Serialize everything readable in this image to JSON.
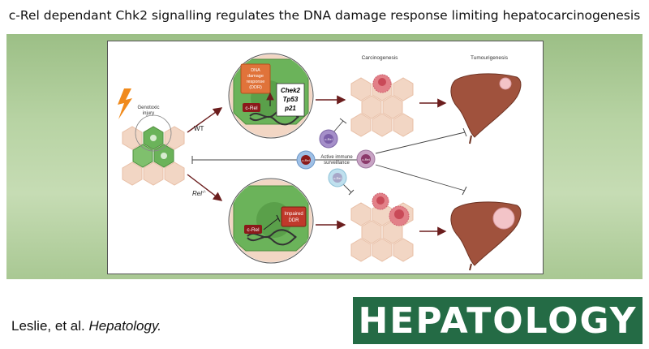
{
  "title": "c-Rel dependant Chk2 signalling regulates the DNA damage response limiting hepatocarcinogenesis",
  "citation": {
    "authors": "Leslie, et al. ",
    "journal": "Hepatology."
  },
  "logo": "HEPATOLOGY",
  "diagram": {
    "genotoxic_line1": "Genotoxic",
    "genotoxic_line2": "injury",
    "wt": "WT",
    "rel_ko": "Rel",
    "rel_ko_sup": "-/-",
    "carcinogenesis": "Carcinogenesis",
    "tumourigenesis": "Tumourigenesis",
    "ddr_line1": "DNA",
    "ddr_line2": "damage",
    "ddr_line3": "response",
    "ddr_line4": "(DDR)",
    "genes": [
      "Chek2",
      "Tp53",
      "p21"
    ],
    "crel": "c-Rel",
    "impaired_line1": "Impaired",
    "impaired_line2": "DDR",
    "immune_line1": "Active immune",
    "immune_line2": "surveillance",
    "small_crel": "c-Rel"
  },
  "colors": {
    "banner": "#a9c893",
    "logo": "#246b45",
    "arrow": "#6b1d1d",
    "crel": "#8b1a1a",
    "ddr": "#e0733a",
    "hepatocyte": "#f2d6c4",
    "green_cell": "#6bb35a",
    "liver": "#a0523d"
  }
}
